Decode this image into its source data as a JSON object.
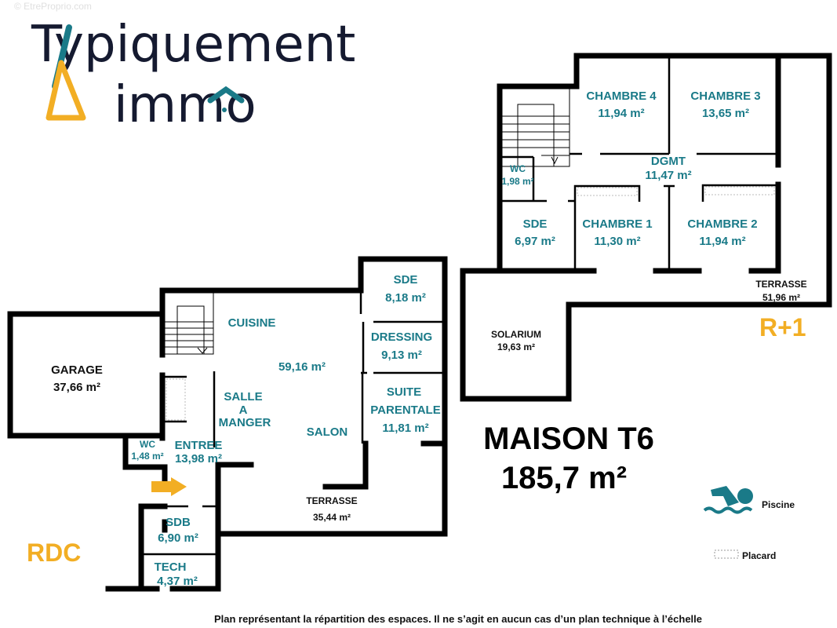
{
  "logo": {
    "text_top": "Typiquement",
    "text_bottom": "immo",
    "colors": {
      "dark": "#151a30",
      "teal": "#1a7a88",
      "yellow": "#f2ae24"
    }
  },
  "watermark": "© EtreProprio.com",
  "title": {
    "line1": "MAISON T6",
    "line2": "185,7 m²"
  },
  "levels": {
    "ground": "RDC",
    "upper": "R+1"
  },
  "ground_floor": {
    "rooms": [
      {
        "name": "GARAGE",
        "area": "37,66 m²"
      },
      {
        "name": "CUISINE"
      },
      {
        "name": "SALLE",
        "name2": "A",
        "name3": "MANGER"
      },
      {
        "name": "SALON",
        "area": "59,16 m²"
      },
      {
        "name": "SDE",
        "area": "8,18 m²"
      },
      {
        "name": "DRESSING",
        "area": "9,13 m²"
      },
      {
        "name": "SUITE",
        "name2": "PARENTALE",
        "area": "11,81 m²"
      },
      {
        "name": "WC",
        "area": "1,48 m²"
      },
      {
        "name": "ENTREE",
        "area": "13,98 m²"
      },
      {
        "name": "TERRASSE",
        "area": "35,44 m²"
      },
      {
        "name": "SDB",
        "area": "6,90 m²"
      },
      {
        "name": "TECH",
        "area": "4,37 m²"
      }
    ]
  },
  "upper_floor": {
    "rooms": [
      {
        "name": "CHAMBRE 4",
        "area": "11,94 m²"
      },
      {
        "name": "CHAMBRE 3",
        "area": "13,65 m²"
      },
      {
        "name": "WC",
        "area": "1,98 m²"
      },
      {
        "name": "DGMT",
        "area": "11,47 m²"
      },
      {
        "name": "SDE",
        "area": "6,97 m²"
      },
      {
        "name": "CHAMBRE 1",
        "area": "11,30 m²"
      },
      {
        "name": "CHAMBRE 2",
        "area": "11,94 m²"
      },
      {
        "name": "TERRASSE",
        "area": "51,96 m²"
      },
      {
        "name": "SOLARIUM",
        "area": "19,63 m²"
      }
    ]
  },
  "legend": [
    {
      "icon": "swimmer-icon",
      "label": "Piscine"
    },
    {
      "icon": "closet-hatch-icon",
      "label": "Placard"
    }
  ],
  "footer": "Plan représentant la répartition des espaces. Il ne s’agit en aucun cas d’un plan technique à l’échelle"
}
